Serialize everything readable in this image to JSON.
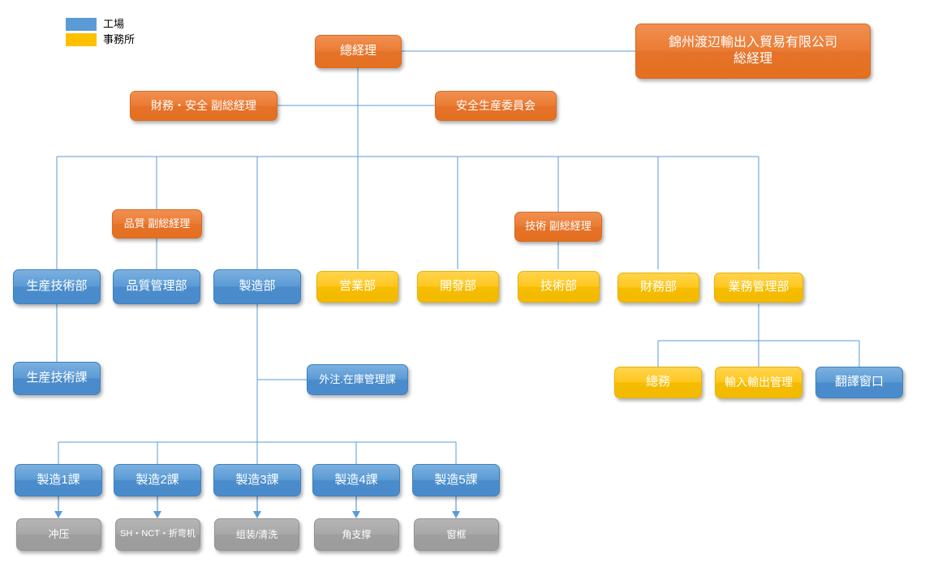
{
  "legend": {
    "items": [
      {
        "label": "工場",
        "color": "#5B9BD5",
        "swatch": "blue"
      },
      {
        "label": "事務所",
        "color": "#FFC000",
        "swatch": "yellow"
      }
    ]
  },
  "nodes": {
    "general_manager": {
      "label": "總経理",
      "color": "#ED7D31",
      "type": "orange"
    },
    "trading_company": {
      "label": "錦州渡辺輸出入貿易有限公司\n総経理",
      "color": "#ED7D31",
      "type": "orange"
    },
    "finance_safety_vp": {
      "label": "財務・安全 副総経理",
      "color": "#ED7D31",
      "type": "orange"
    },
    "safety_committee": {
      "label": "安全生産委員会",
      "color": "#ED7D31",
      "type": "orange"
    },
    "quality_vp": {
      "label": "品質 副総経理",
      "color": "#ED7D31",
      "type": "orange"
    },
    "technology_vp": {
      "label": "技術 副総経理",
      "color": "#ED7D31",
      "type": "orange"
    },
    "production_tech_dept": {
      "label": "生産技術部",
      "color": "#5B9BD5",
      "type": "blue"
    },
    "quality_mgmt_dept": {
      "label": "品質管理部",
      "color": "#5B9BD5",
      "type": "blue"
    },
    "manufacturing_dept": {
      "label": "製造部",
      "color": "#5B9BD5",
      "type": "blue"
    },
    "sales_dept": {
      "label": "営業部",
      "color": "#FFC000",
      "type": "yellow"
    },
    "development_dept": {
      "label": "開發部",
      "color": "#FFC000",
      "type": "yellow"
    },
    "technology_dept": {
      "label": "技術部",
      "color": "#FFC000",
      "type": "yellow"
    },
    "finance_dept": {
      "label": "財務部",
      "color": "#FFC000",
      "type": "yellow"
    },
    "business_mgmt_dept": {
      "label": "業務管理部",
      "color": "#FFC000",
      "type": "yellow"
    },
    "production_tech_section": {
      "label": "生産技術課",
      "color": "#5B9BD5",
      "type": "blue"
    },
    "outsourcing_inventory_section": {
      "label": "外注.在庫管理課",
      "color": "#5B9BD5",
      "type": "blue"
    },
    "general_affairs": {
      "label": "總務",
      "color": "#FFC000",
      "type": "yellow"
    },
    "import_export_mgmt": {
      "label": "輸入輸出管理",
      "color": "#FFC000",
      "type": "yellow"
    },
    "translation_window": {
      "label": "翻譯窗口",
      "color": "#5B9BD5",
      "type": "blue"
    },
    "mfg_section_1": {
      "label": "製造1課",
      "color": "#5B9BD5",
      "type": "blue"
    },
    "mfg_section_2": {
      "label": "製造2課",
      "color": "#5B9BD5",
      "type": "blue"
    },
    "mfg_section_3": {
      "label": "製造3課",
      "color": "#5B9BD5",
      "type": "blue"
    },
    "mfg_section_4": {
      "label": "製造4課",
      "color": "#5B9BD5",
      "type": "blue"
    },
    "mfg_section_5": {
      "label": "製造5課",
      "color": "#5B9BD5",
      "type": "blue"
    },
    "process_stamping": {
      "label": "冲压",
      "color": "#A6A6A6",
      "type": "gray"
    },
    "process_sh_nct_bender": {
      "label": "SH・NCT・折弯机",
      "color": "#A6A6A6",
      "type": "gray"
    },
    "process_assembly_cleaning": {
      "label": "组装/清洗",
      "color": "#A6A6A6",
      "type": "gray"
    },
    "process_corner_support": {
      "label": "角支撑",
      "color": "#A6A6A6",
      "type": "gray"
    },
    "process_window_frame": {
      "label": "窗框",
      "color": "#A6A6A6",
      "type": "gray"
    }
  },
  "style": {
    "connector_color": "#5B9BD5"
  }
}
